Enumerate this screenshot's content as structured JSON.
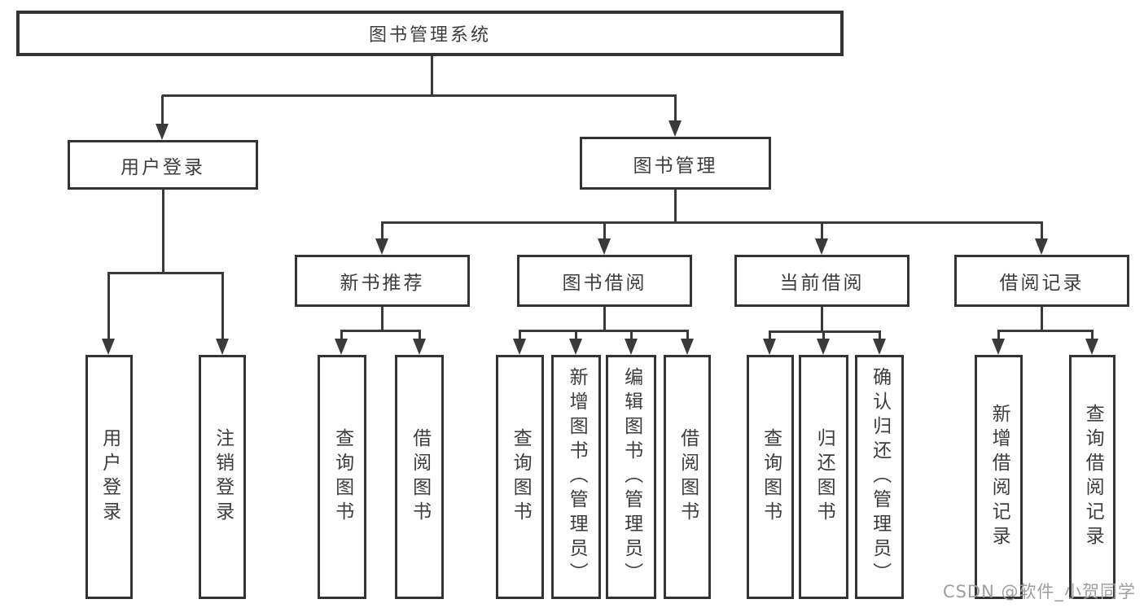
{
  "diagram": {
    "watermark": "CSDN @软件_小贺同学",
    "colors": {
      "line": "#3a3a3a",
      "border": "#333333",
      "text": "#3d3d3d",
      "watermark": "#9e9e9e",
      "background": "#ffffff"
    },
    "tree": {
      "root": {
        "label": "图书管理系统",
        "children": [
          {
            "label": "用户登录",
            "children": [
              {
                "label": "用户登录"
              },
              {
                "label": "注销登录"
              }
            ]
          },
          {
            "label": "图书管理",
            "children": [
              {
                "label": "新书推荐",
                "children": [
                  {
                    "label": "查询图书"
                  },
                  {
                    "label": "借阅图书"
                  }
                ]
              },
              {
                "label": "图书借阅",
                "children": [
                  {
                    "label": "查询图书"
                  },
                  {
                    "label": "新增图书（管理员）"
                  },
                  {
                    "label": "编辑图书（管理员）"
                  },
                  {
                    "label": "借阅图书"
                  }
                ]
              },
              {
                "label": "当前借阅",
                "children": [
                  {
                    "label": "查询图书"
                  },
                  {
                    "label": "归还图书"
                  },
                  {
                    "label": "确认归还（管理员）"
                  }
                ]
              },
              {
                "label": "借阅记录",
                "children": [
                  {
                    "label": "新增借阅记录"
                  },
                  {
                    "label": "查询借阅记录"
                  }
                ]
              }
            ]
          }
        ]
      }
    }
  }
}
